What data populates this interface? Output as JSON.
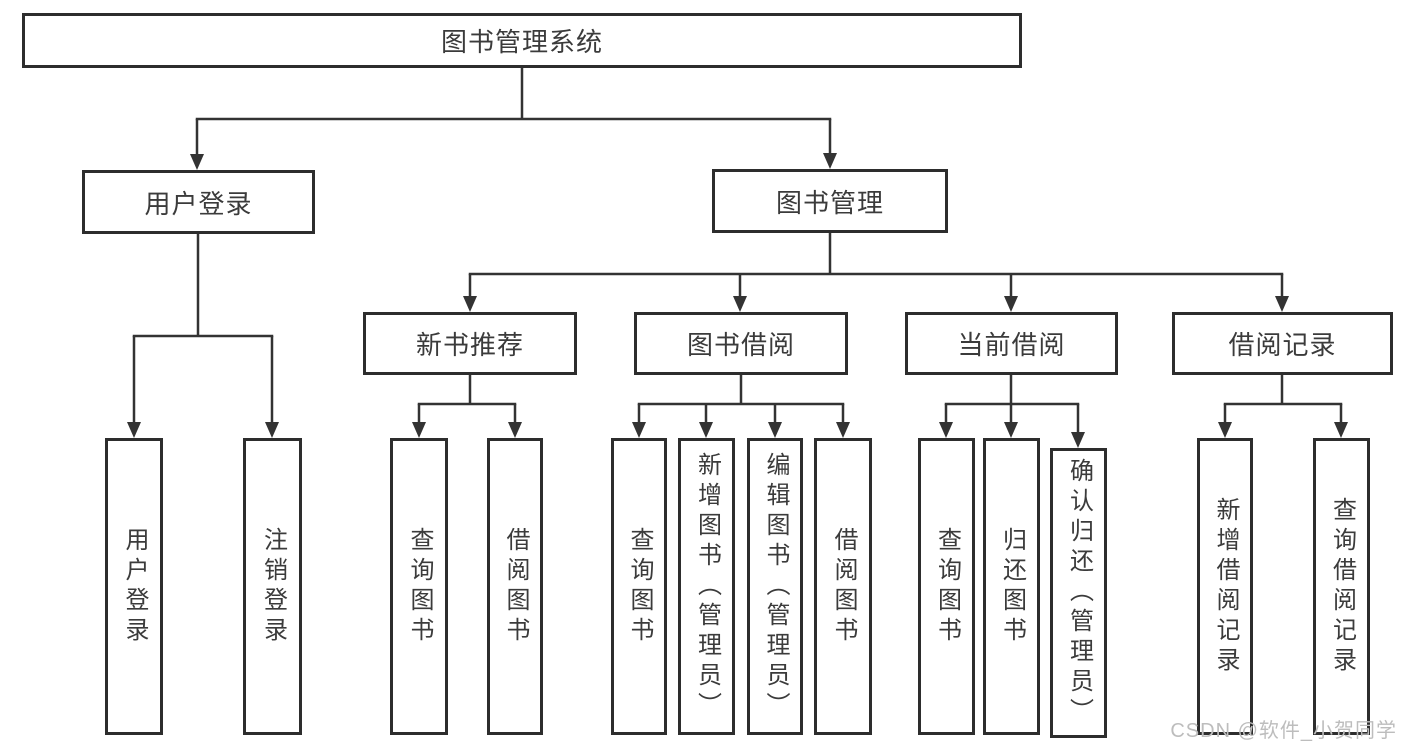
{
  "tree": {
    "label": "图书管理系统",
    "children": [
      {
        "label": "用户登录",
        "children": [
          {
            "label": "用户登录"
          },
          {
            "label": "注销登录"
          }
        ]
      },
      {
        "label": "图书管理",
        "children": [
          {
            "label": "新书推荐",
            "children": [
              {
                "label": "查询图书"
              },
              {
                "label": "借阅图书"
              }
            ]
          },
          {
            "label": "图书借阅",
            "children": [
              {
                "label": "查询图书"
              },
              {
                "label": "新增图书（管理员）"
              },
              {
                "label": "编辑图书（管理员）"
              },
              {
                "label": "借阅图书"
              }
            ]
          },
          {
            "label": "当前借阅",
            "children": [
              {
                "label": "查询图书"
              },
              {
                "label": "归还图书"
              },
              {
                "label": "确认归还（管理员）"
              }
            ]
          },
          {
            "label": "借阅记录",
            "children": [
              {
                "label": "新增借阅记录"
              },
              {
                "label": "查询借阅记录"
              }
            ]
          }
        ]
      }
    ]
  },
  "colors": {
    "box_border": "#2d2d2d",
    "line": "#333333",
    "text": "#3b3b3b",
    "watermark": "#bdbdbd"
  },
  "watermark": "CSDN @软件_小贺同学"
}
